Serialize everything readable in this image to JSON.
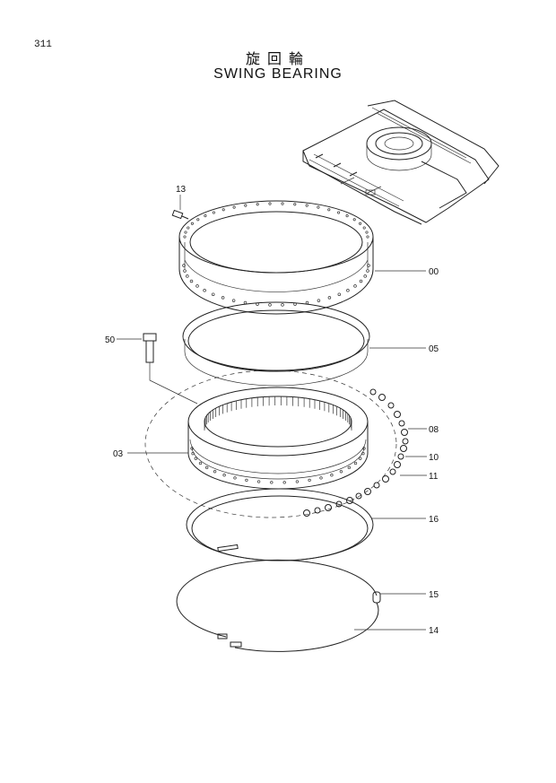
{
  "page_number": "311",
  "title_jp": "旋回輪",
  "title_en": "SWING BEARING",
  "callouts": [
    {
      "id": "13",
      "part": "grease-nipple"
    },
    {
      "id": "00",
      "part": "swing-bearing-assembly"
    },
    {
      "id": "05",
      "part": "seal"
    },
    {
      "id": "50",
      "part": "bolt"
    },
    {
      "id": "08",
      "part": "ball"
    },
    {
      "id": "03",
      "part": "inner-race"
    },
    {
      "id": "10",
      "part": "retainer"
    },
    {
      "id": "11",
      "part": "ball"
    },
    {
      "id": "16",
      "part": "seal"
    },
    {
      "id": "15",
      "part": "plug"
    },
    {
      "id": "14",
      "part": "seal"
    }
  ]
}
